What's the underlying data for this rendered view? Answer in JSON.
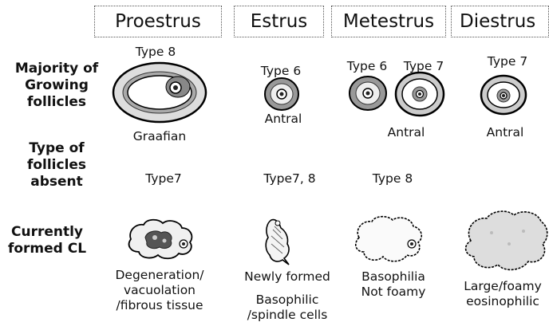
{
  "headers": [
    "Proestrus",
    "Estrus",
    "Metestrus",
    "Diestrus"
  ],
  "row_labels": {
    "growing": [
      "Majority of",
      "Growing",
      "follicles"
    ],
    "absent": [
      "Type of",
      "follicles",
      "absent"
    ],
    "cl": [
      "Currently",
      "formed CL"
    ]
  },
  "growing": {
    "proestrus": {
      "type": "Type 8",
      "label": "Graafian"
    },
    "estrus": {
      "type": "Type 6",
      "label": "Antral"
    },
    "metestrus": {
      "type_a": "Type 6",
      "type_b": "Type 7",
      "label": "Antral"
    },
    "diestrus": {
      "type": "Type 7",
      "label": "Antral"
    }
  },
  "absent": {
    "proestrus": "Type7",
    "estrus": "Type7, 8",
    "metestrus": "Type 8"
  },
  "cl": {
    "proestrus": [
      "Degeneration/",
      "vacuolation",
      "/fibrous tissue"
    ],
    "estrus": [
      "Newly formed",
      "",
      "Basophilic",
      "/spindle cells"
    ],
    "metestrus": [
      "Basophilia",
      "Not foamy"
    ],
    "diestrus": [
      "Large/foamy",
      "eosinophilic"
    ]
  }
}
